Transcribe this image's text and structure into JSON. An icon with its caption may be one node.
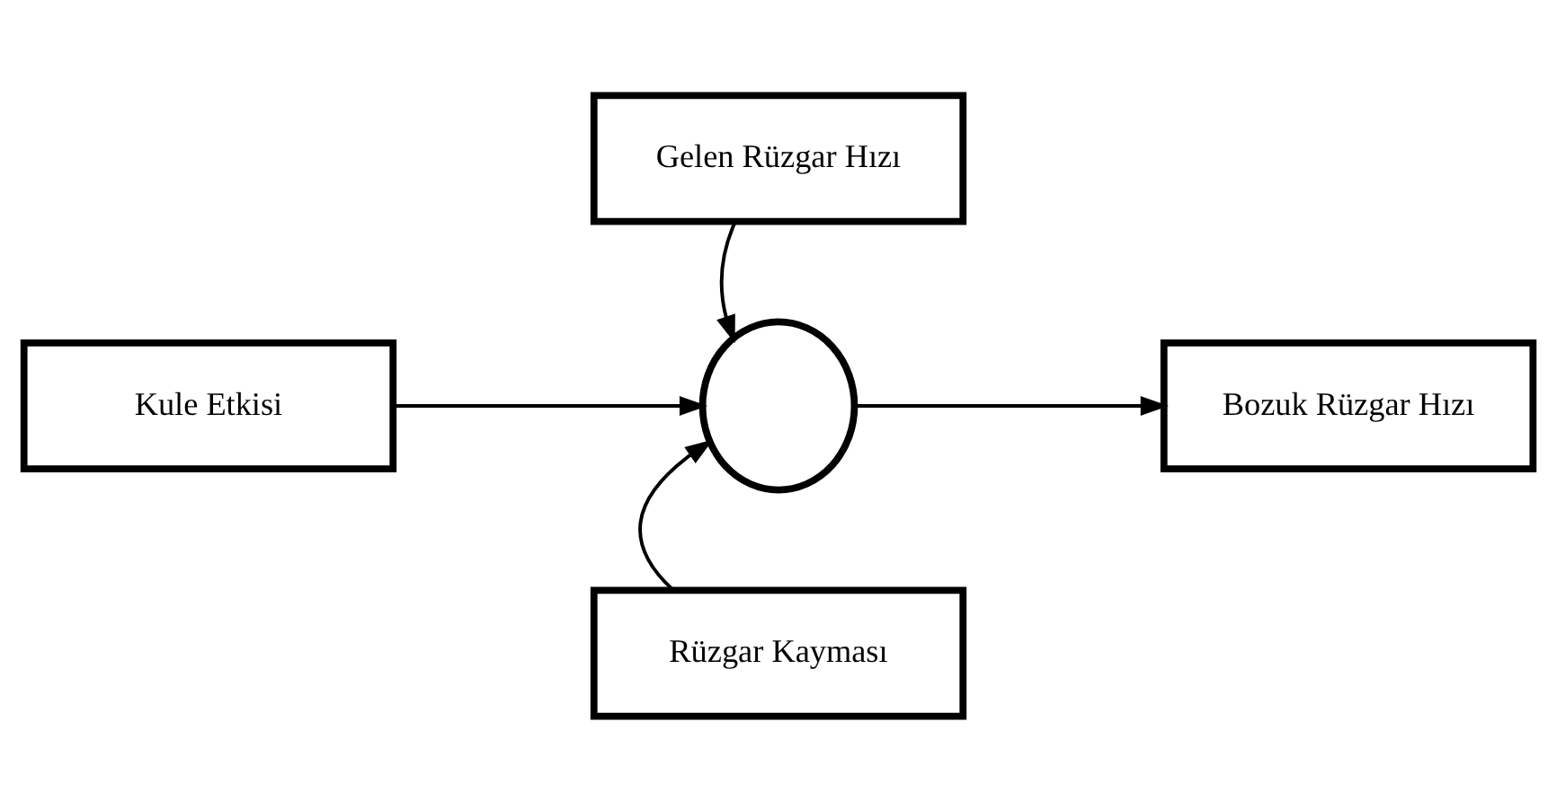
{
  "diagram": {
    "nodes": [
      {
        "text": [
          "Kule Etkisi"
        ]
      },
      {
        "text": [
          "Gelen Rüzgar Hızı"
        ]
      },
      {
        "text": [],
        "shape": "circle"
      },
      {
        "text": [
          "Bozuk Rüzgar Hızı"
        ]
      },
      {
        "text": [
          "Rüzgar Kayması"
        ]
      }
    ],
    "edges": [
      {
        "from": 0,
        "to": 2,
        "arrow": "to"
      },
      {
        "from": 1,
        "to": 2,
        "arrow": "to"
      },
      {
        "from": 2,
        "to": 3,
        "arrow": "to"
      },
      {
        "from": 4,
        "to": 2,
        "arrow": "to"
      }
    ]
  }
}
